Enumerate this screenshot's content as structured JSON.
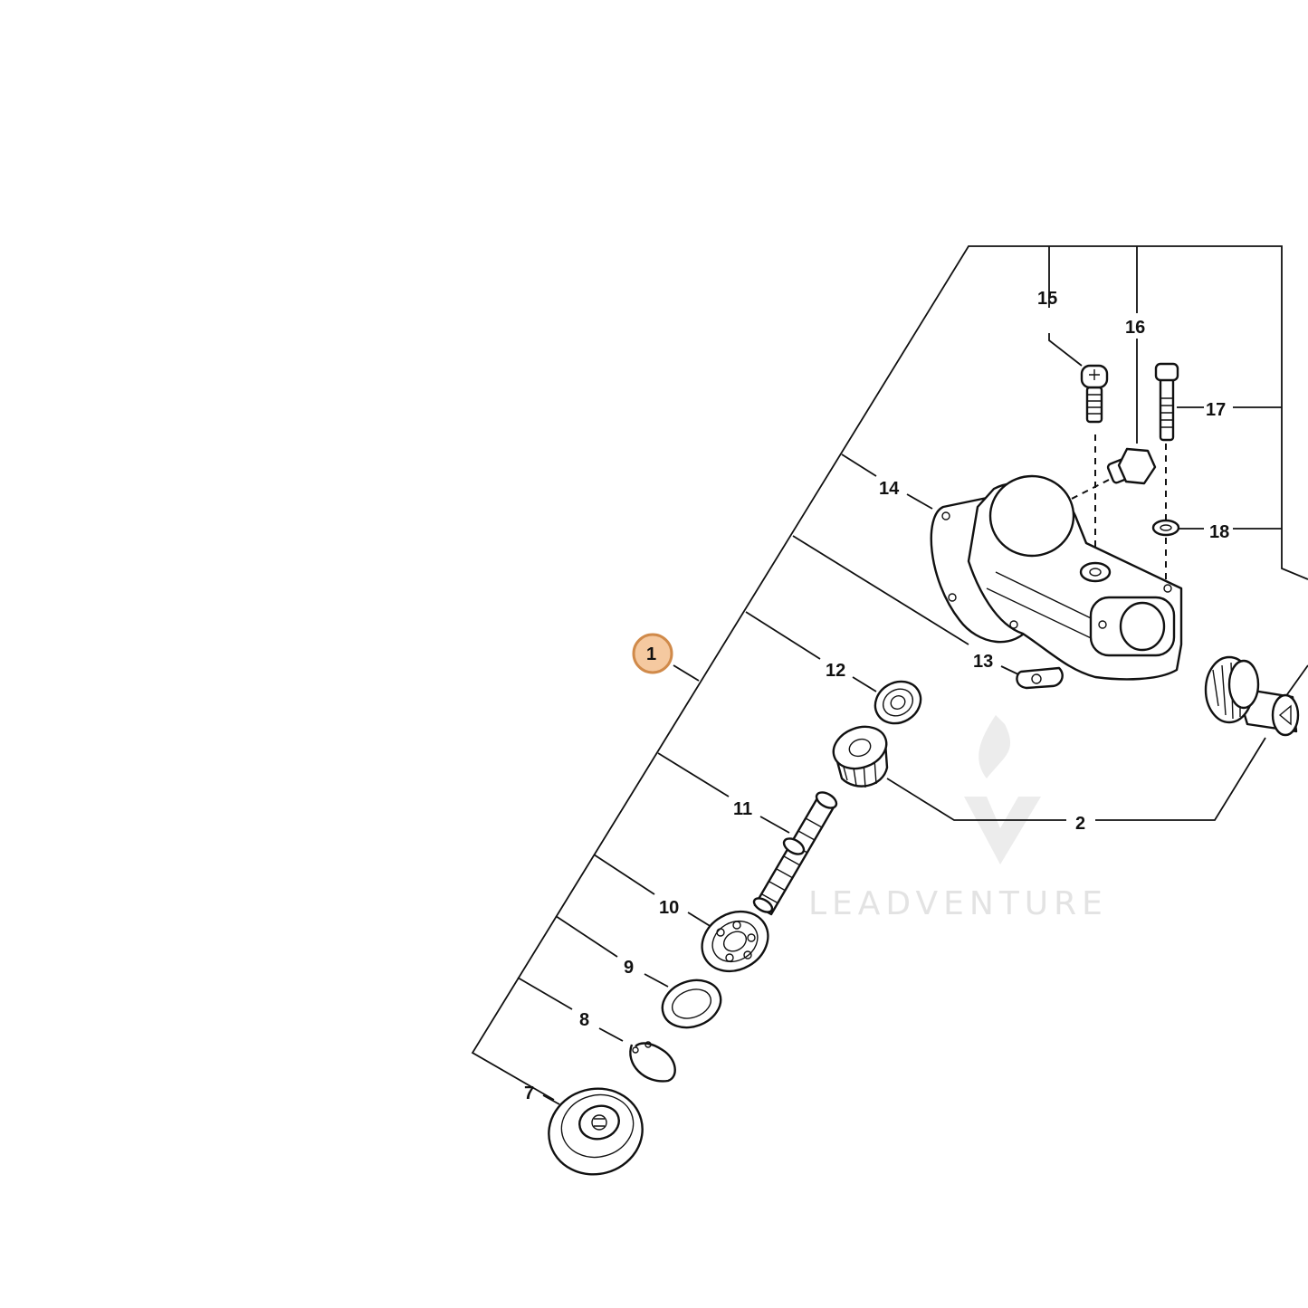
{
  "callouts": {
    "c1": "1",
    "c2": "2",
    "c7": "7",
    "c8": "8",
    "c9": "9",
    "c10": "10",
    "c11": "11",
    "c12": "12",
    "c13": "13",
    "c14": "14",
    "c15": "15",
    "c16": "16",
    "c17": "17",
    "c18": "18"
  },
  "highlight": {
    "callout": "1",
    "fill": "#f5c9a0",
    "stroke": "#d08a4a"
  },
  "watermark": {
    "text": "LEADVENTURE",
    "color": "#e3e3e3"
  }
}
